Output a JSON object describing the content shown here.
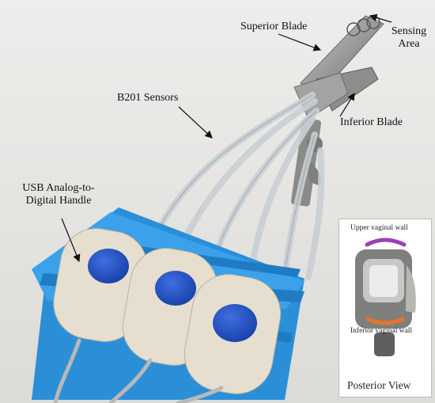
{
  "figure": {
    "labels": {
      "superior_blade": "Superior Blade",
      "sensing_area": "Sensing Area",
      "b201_sensors": "B201 Sensors",
      "inferior_blade": "Inferior Blade",
      "usb_handle": "USB Analog-to-Digital Handle"
    },
    "inset": {
      "upper_wall": "Upper vaginal wall",
      "inferior_wall": "Inferior vaginal wall",
      "caption": "Posterior View"
    },
    "colors": {
      "holder_blue": "#2b8fd8",
      "button_blue": "#1f4fc4",
      "handle_cream": "#e6dfcf",
      "upper_arc": "#9b3fb8",
      "lower_arc": "#e8732a"
    },
    "icons": [
      "arrow-icon"
    ]
  }
}
